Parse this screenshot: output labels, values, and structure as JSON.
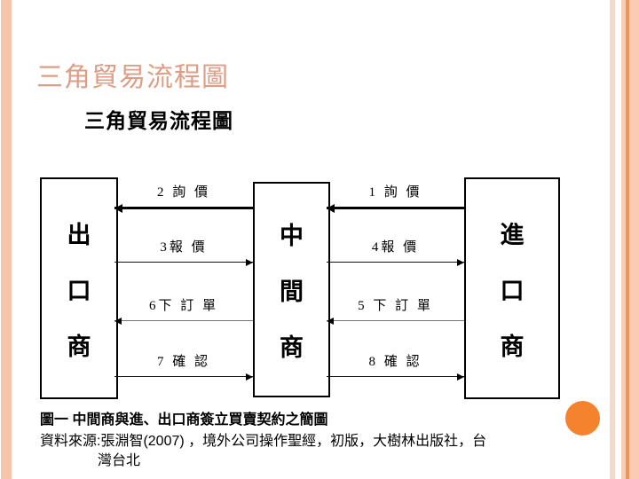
{
  "slide": {
    "title": "三角貿易流程圖",
    "diagram_title": "三角貿易流程圖",
    "caption": {
      "figure_label": "圖一 中間商與進、出口商簽立買賣契約之簡圖",
      "source_line1": "資料來源:張淵智(2007) ，境外公司操作聖經，初版，大樹林出版社，台",
      "source_line2": "灣台北"
    }
  },
  "diagram": {
    "boxes": [
      {
        "name": "exporter",
        "label": "出口商",
        "chars": [
          "出",
          "口",
          "商"
        ]
      },
      {
        "name": "middleman",
        "label": "中間商",
        "chars": [
          "中",
          "間",
          "商"
        ]
      },
      {
        "name": "importer",
        "label": "進口商",
        "chars": [
          "進",
          "口",
          "商"
        ]
      }
    ],
    "left_flows": [
      {
        "label": "2 詢 價",
        "direction": "left",
        "thick": true
      },
      {
        "label": "3報 價",
        "direction": "right",
        "thick": false
      },
      {
        "label": "6下 訂 單",
        "direction": "left",
        "thick": false
      },
      {
        "label": "7 確 認",
        "direction": "right",
        "thick": false
      }
    ],
    "right_flows": [
      {
        "label": "1 詢 價",
        "direction": "left",
        "thick": true
      },
      {
        "label": "4報 價",
        "direction": "right",
        "thick": false
      },
      {
        "label": "5 下 訂 單",
        "direction": "left",
        "thick": false
      },
      {
        "label": "8 確 認",
        "direction": "right",
        "thick": false
      }
    ]
  },
  "colors": {
    "accent_bar": "#F6C3AB",
    "accent_bar_right": "#FBCBB3",
    "accent_stripe_dark": "#EA945E",
    "accent_stripe_pale": "#F4D9CC",
    "title_text": "#DD9E85",
    "circle": "#F5822C"
  }
}
